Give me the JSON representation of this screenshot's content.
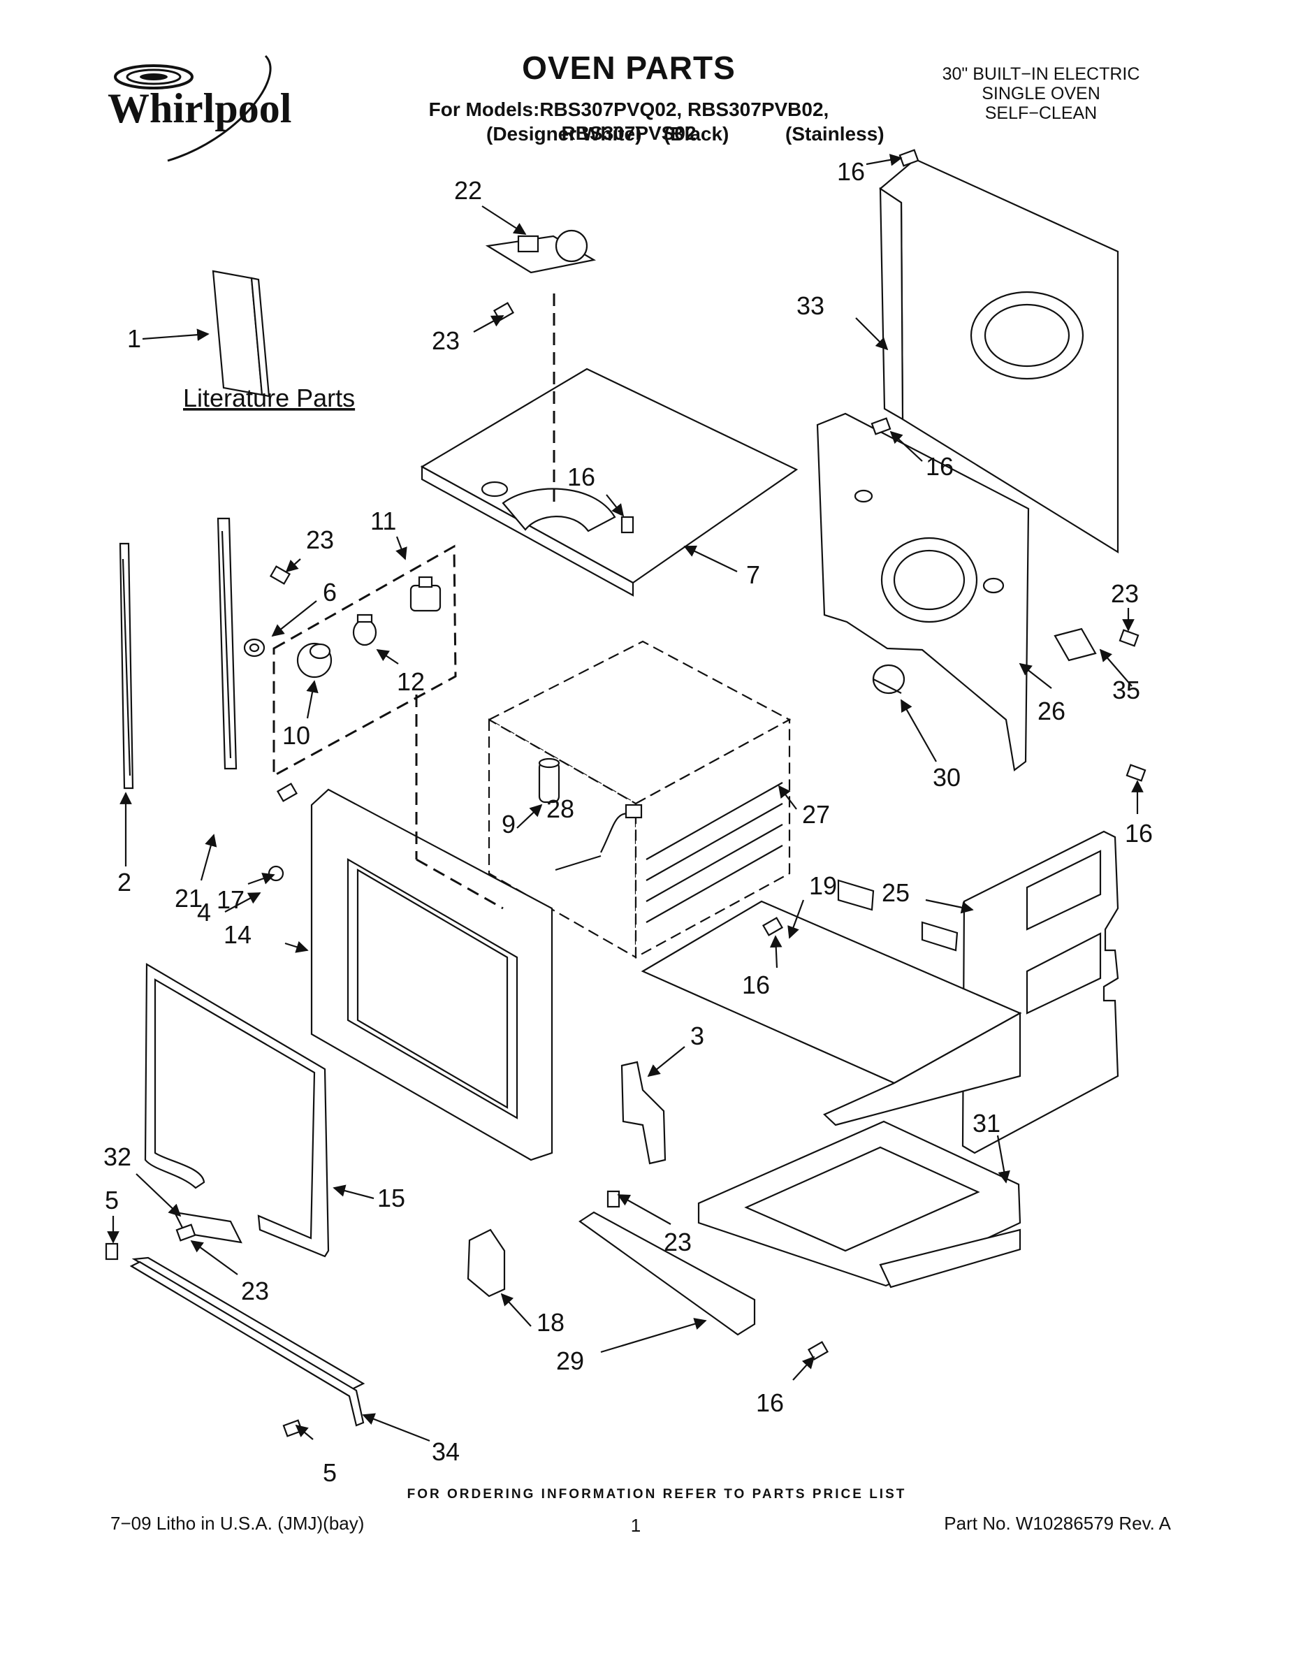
{
  "header": {
    "brand_logo_text": "Whirlpool",
    "title": "OVEN PARTS",
    "models_line": "For Models:RBS307PVQ02, RBS307PVB02, RBS307PVS02",
    "colors": [
      "(Designer White)",
      "(Black)",
      "(Stainless)"
    ],
    "spec_lines": [
      "30\" BUILT−IN ELECTRIC",
      "SINGLE OVEN",
      "SELF−CLEAN"
    ]
  },
  "literature_label": "Literature Parts",
  "callouts": [
    "1",
    "2",
    "3",
    "4",
    "5",
    "5",
    "6",
    "7",
    "9",
    "10",
    "11",
    "12",
    "14",
    "15",
    "16",
    "16",
    "16",
    "16",
    "16",
    "16",
    "17",
    "18",
    "19",
    "21",
    "22",
    "23",
    "23",
    "23",
    "23",
    "23",
    "25",
    "26",
    "27",
    "28",
    "29",
    "30",
    "31",
    "32",
    "33",
    "34",
    "35"
  ],
  "footer": {
    "ordering_note": "FOR ORDERING INFORMATION REFER TO PARTS PRICE LIST",
    "litho": "7−09 Litho in U.S.A. (JMJ)(bay)",
    "page_number": "1",
    "part_number": "Part No. W10286579 Rev. A"
  }
}
